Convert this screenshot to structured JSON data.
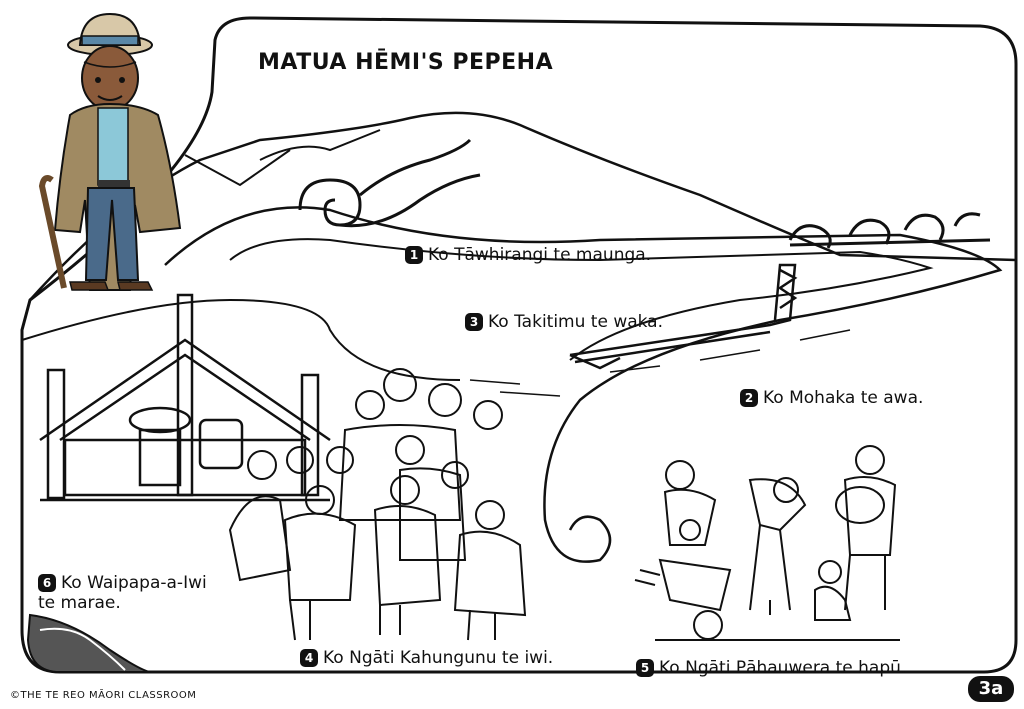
{
  "title": "MATUA HĒMI'S PEPEHA",
  "items": [
    {
      "num": "1",
      "text": "Ko Tāwhirangi te maunga."
    },
    {
      "num": "2",
      "text": "Ko Mohaka te awa."
    },
    {
      "num": "3",
      "text": "Ko Takitimu te waka."
    },
    {
      "num": "4",
      "text": "Ko Ngāti Kahungunu te iwi."
    },
    {
      "num": "5",
      "text": "Ko Ngāti Pāhauwera te hapū."
    },
    {
      "num": "6",
      "text": "Ko Waipapa-a-Iwi",
      "text2": "te marae."
    }
  ],
  "footer": {
    "copyright": "©THE TE REO MĀORI CLASSROOM",
    "page": "3a"
  },
  "colors": {
    "ink": "#111111",
    "shirt": "#8cc8d8",
    "jacket": "#a08a62",
    "trousers": "#4a6a8a",
    "skin": "#8a5a3a",
    "hat": "#d8c8a8",
    "hatband": "#5a88a8"
  }
}
